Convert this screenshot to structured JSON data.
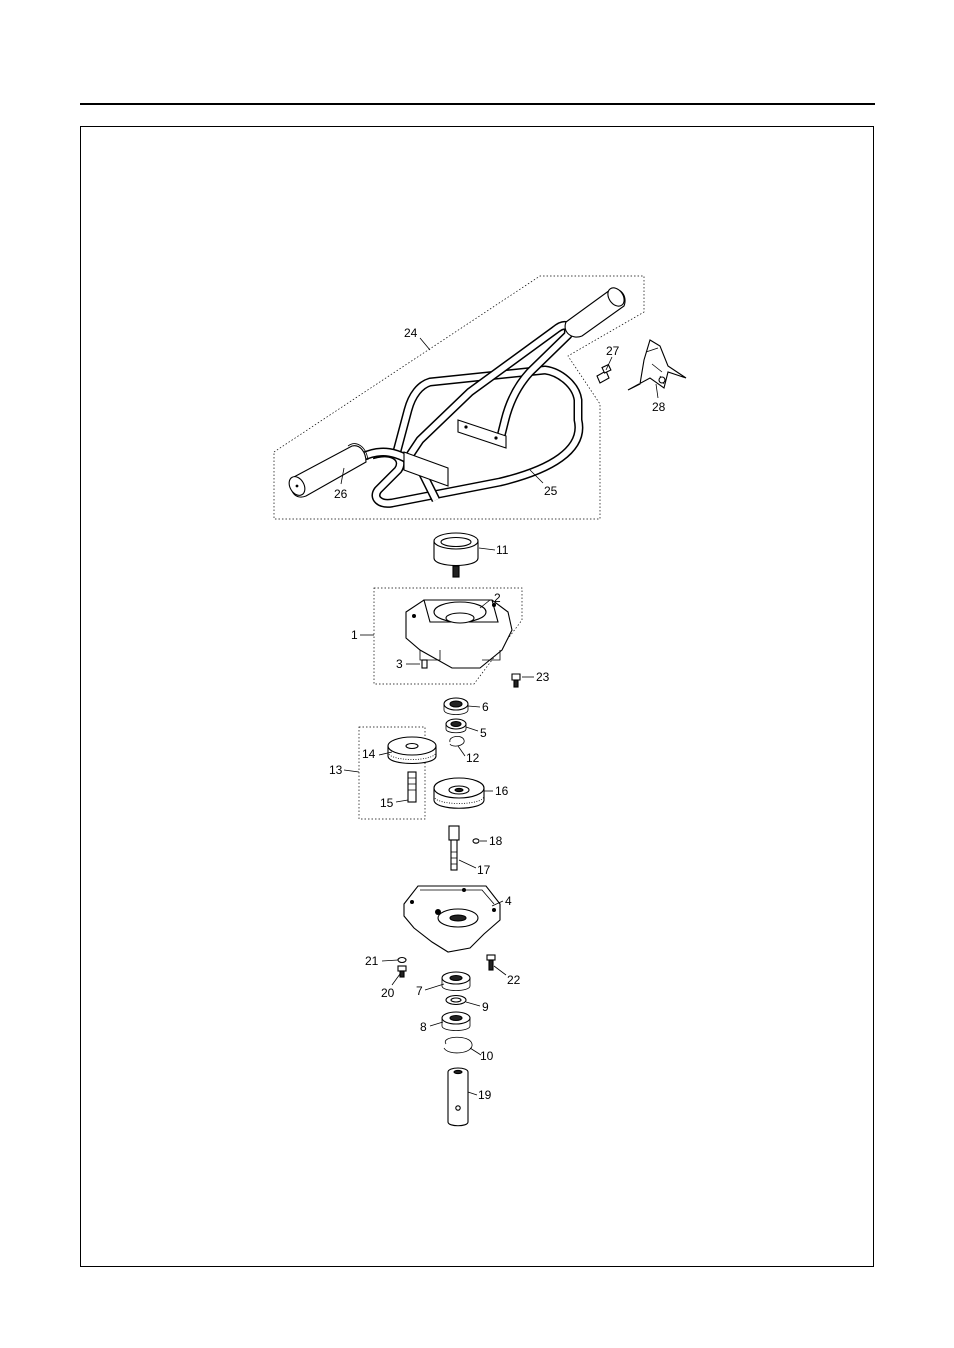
{
  "colors": {
    "line": "#000000",
    "background": "#ffffff"
  },
  "callouts": [
    {
      "id": "24",
      "text": "24"
    },
    {
      "id": "25",
      "text": "25"
    },
    {
      "id": "26",
      "text": "26"
    },
    {
      "id": "27",
      "text": "27"
    },
    {
      "id": "28",
      "text": "28"
    },
    {
      "id": "11",
      "text": "11"
    },
    {
      "id": "2",
      "text": "2"
    },
    {
      "id": "1",
      "text": "1"
    },
    {
      "id": "3",
      "text": "3"
    },
    {
      "id": "23",
      "text": "23"
    },
    {
      "id": "6",
      "text": "6"
    },
    {
      "id": "5",
      "text": "5"
    },
    {
      "id": "14",
      "text": "14"
    },
    {
      "id": "12",
      "text": "12"
    },
    {
      "id": "13",
      "text": "13"
    },
    {
      "id": "16",
      "text": "16"
    },
    {
      "id": "15",
      "text": "15"
    },
    {
      "id": "18",
      "text": "18"
    },
    {
      "id": "17",
      "text": "17"
    },
    {
      "id": "4",
      "text": "4"
    },
    {
      "id": "21",
      "text": "21"
    },
    {
      "id": "22",
      "text": "22"
    },
    {
      "id": "20",
      "text": "20"
    },
    {
      "id": "7",
      "text": "7"
    },
    {
      "id": "9",
      "text": "9"
    },
    {
      "id": "8",
      "text": "8"
    },
    {
      "id": "10",
      "text": "10"
    },
    {
      "id": "19",
      "text": "19"
    }
  ]
}
